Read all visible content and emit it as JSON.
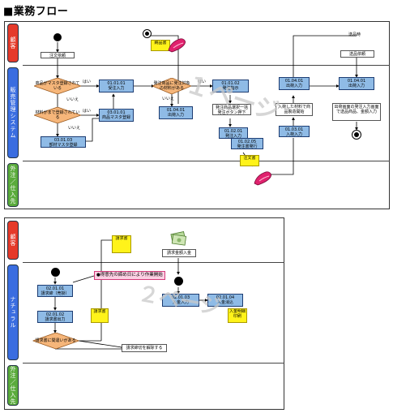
{
  "title": "■業務フロー",
  "lanes": {
    "customer": "顧客",
    "sales_system": "販売管理システム",
    "supplier": "外注／仕入先",
    "natural": "ナチュラル"
  },
  "diagram1": {
    "order_entry": "注文依頼",
    "cond1": "商品がマスタ登録されている",
    "cond2": "材料がまで登録されている",
    "yes1": "はい",
    "no1": "いいえ",
    "yes2": "はい",
    "no2": "いいえ",
    "box_010101": "01.01.01\n受注入力",
    "box_030101": "03.01.01\n商品マスタ登録",
    "box_030103": "03.01.03\n部材マスタ登録",
    "cond3": "発注商品に発注対象の材料がある",
    "yes3": "はい",
    "no3": "いいえ",
    "box_010401": "01.04.01\n出荷入力",
    "box_010102": "01.01.02\n発注指示",
    "sub_batch": "発注商品選択一括発注ボタン押下",
    "box_010201": "01.02.01\n発注入力",
    "box_010205": "01.02.05\n発注書発行",
    "po_note": "注文書",
    "delivery_note": "納品書",
    "box_010402_top": "01.04.01\n出荷入力",
    "sub_arrival": "入荷した材料で商品製造開始",
    "box_010301": "01.03.01\n入荷入力",
    "box_right_010401": "01.04.01\n出荷入力",
    "cust_receive": "送品依頼",
    "cust_receive_top": "送品時",
    "sub_invoice": "出荷画面の発注入力画面で送品商品、金額入力",
    "watermark": "１ページ"
  },
  "diagram2": {
    "invoice_note": "請求書",
    "payment_label": "請求金額入金",
    "pink_note": "●得意先の締め日により作業開始",
    "box_020101": "02.01.01\n請求締（売掛）",
    "box_020102": "02.01.02\n請求書出力",
    "invoice_note2": "請求書",
    "cond_check": "請求書に間違いがある",
    "cancel_box": "請求締切を解除する",
    "box_020103": "02.01.03\n入金入力",
    "box_020104": "02.01.04\n入金消込",
    "receipt_note": "入金明細印刷",
    "watermark": "２ページ"
  }
}
